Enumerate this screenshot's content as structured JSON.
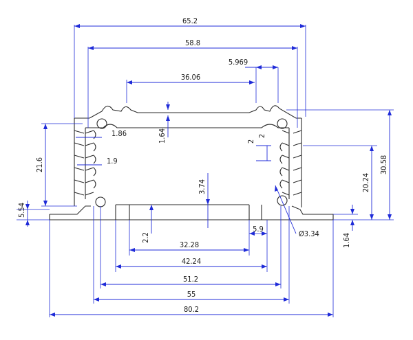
{
  "drawing": {
    "colors": {
      "dimension": "#1f2bd8",
      "outline": "#2a2a2a",
      "background": "#ffffff"
    },
    "dimensions": {
      "overall_top": "65.2",
      "inner_top": "58.8",
      "slot_width": "5.969",
      "top_span": "36.06",
      "wall_top": "1.64",
      "fin_1": "1.86",
      "fin_2": "1.9",
      "left_height": "21.6",
      "flange": "5.54",
      "gap_a": "2",
      "gap_b": "2",
      "inner_height": "20.24",
      "total_height": "30.58",
      "cavity_height": "3.74",
      "hole": "Ø3.34",
      "foot_depth": "2.2",
      "foot_width": "5.9",
      "bottom_1": "32.28",
      "bottom_2": "42.24",
      "bottom_3": "51.2",
      "bottom_4": "55",
      "overall_width": "80.2",
      "base_thickness": "1.64"
    }
  }
}
